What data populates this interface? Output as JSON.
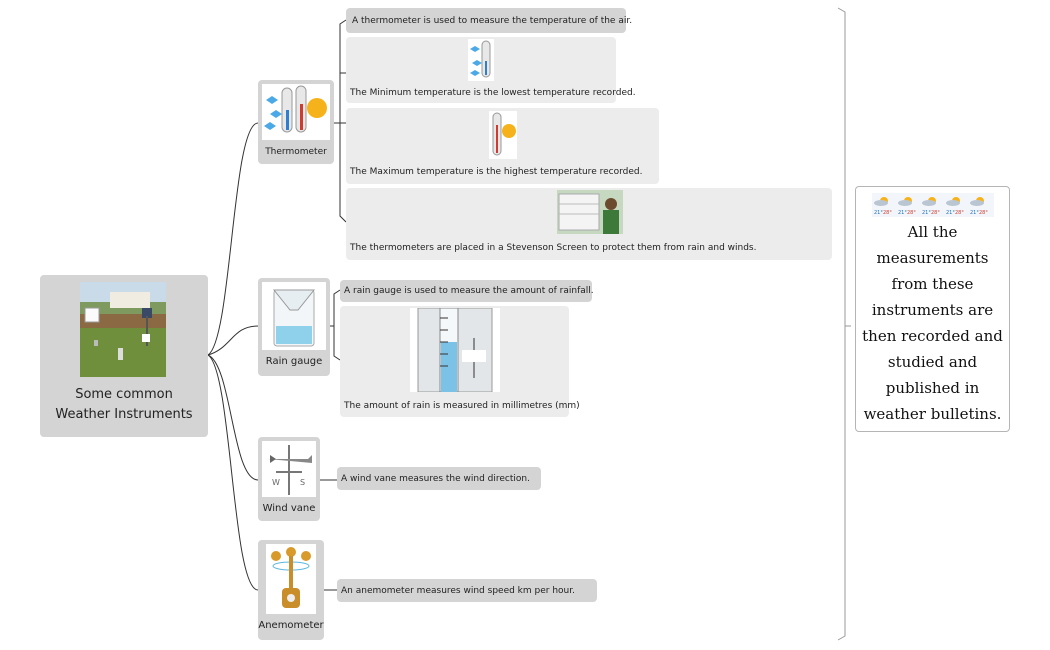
{
  "root": {
    "label": "Some common Weather Instruments"
  },
  "instruments": [
    {
      "label": "Thermometer"
    },
    {
      "label": "Rain gauge"
    },
    {
      "label": "Wind vane"
    },
    {
      "label": "Anemometer"
    }
  ],
  "details": {
    "thermometer": [
      "A thermometer is used  to measure the temperature of the air.",
      "The Minimum temperature is the lowest temperature recorded.",
      "The Maximum temperature is the highest temperature recorded.",
      "The thermometers are placed in a Stevenson Screen to protect them from rain and winds."
    ],
    "rain_gauge": [
      "A rain gauge is used  to measure the amount of rainfall.",
      "The amount of rain is measured in millimetres (mm)"
    ],
    "wind_vane": [
      "A wind vane measures the  wind direction."
    ],
    "anemometer": [
      "An anemometer  measures wind speed  km per hour."
    ]
  },
  "summary": {
    "text": "All the measurements from these instruments are then recorded and studied and published in weather bulletins.",
    "forecast_temps": [
      "21°",
      "28°"
    ]
  }
}
